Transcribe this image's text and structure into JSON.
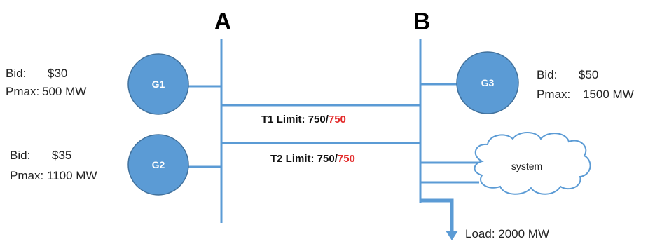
{
  "colors": {
    "line": "#5b9bd5",
    "generator_fill": "#5b9bd5",
    "generator_stroke": "#41719c",
    "limit_highlight": "#e32b2b",
    "text": "#222222"
  },
  "buses": {
    "a": {
      "label": "A"
    },
    "b": {
      "label": "B"
    }
  },
  "generators": {
    "g1": {
      "label": "G1",
      "bid_label": "Bid:",
      "bid": "$30",
      "pmax_label": "Pmax:",
      "pmax": "500 MW"
    },
    "g2": {
      "label": "G2",
      "bid_label": "Bid:",
      "bid": "$35",
      "pmax_label": "Pmax:",
      "pmax": "1100 MW"
    },
    "g3": {
      "label": "G3",
      "bid_label": "Bid:",
      "bid": "$50",
      "pmax_label": "Pmax:",
      "pmax": "1500 MW"
    }
  },
  "lines": {
    "t1": {
      "prefix": "T1 Limit: 750/",
      "value": "750"
    },
    "t2": {
      "prefix": "T2 Limit: 750/",
      "value": "750"
    }
  },
  "system": {
    "label": "system"
  },
  "load": {
    "label": "Load: 2000 MW"
  }
}
